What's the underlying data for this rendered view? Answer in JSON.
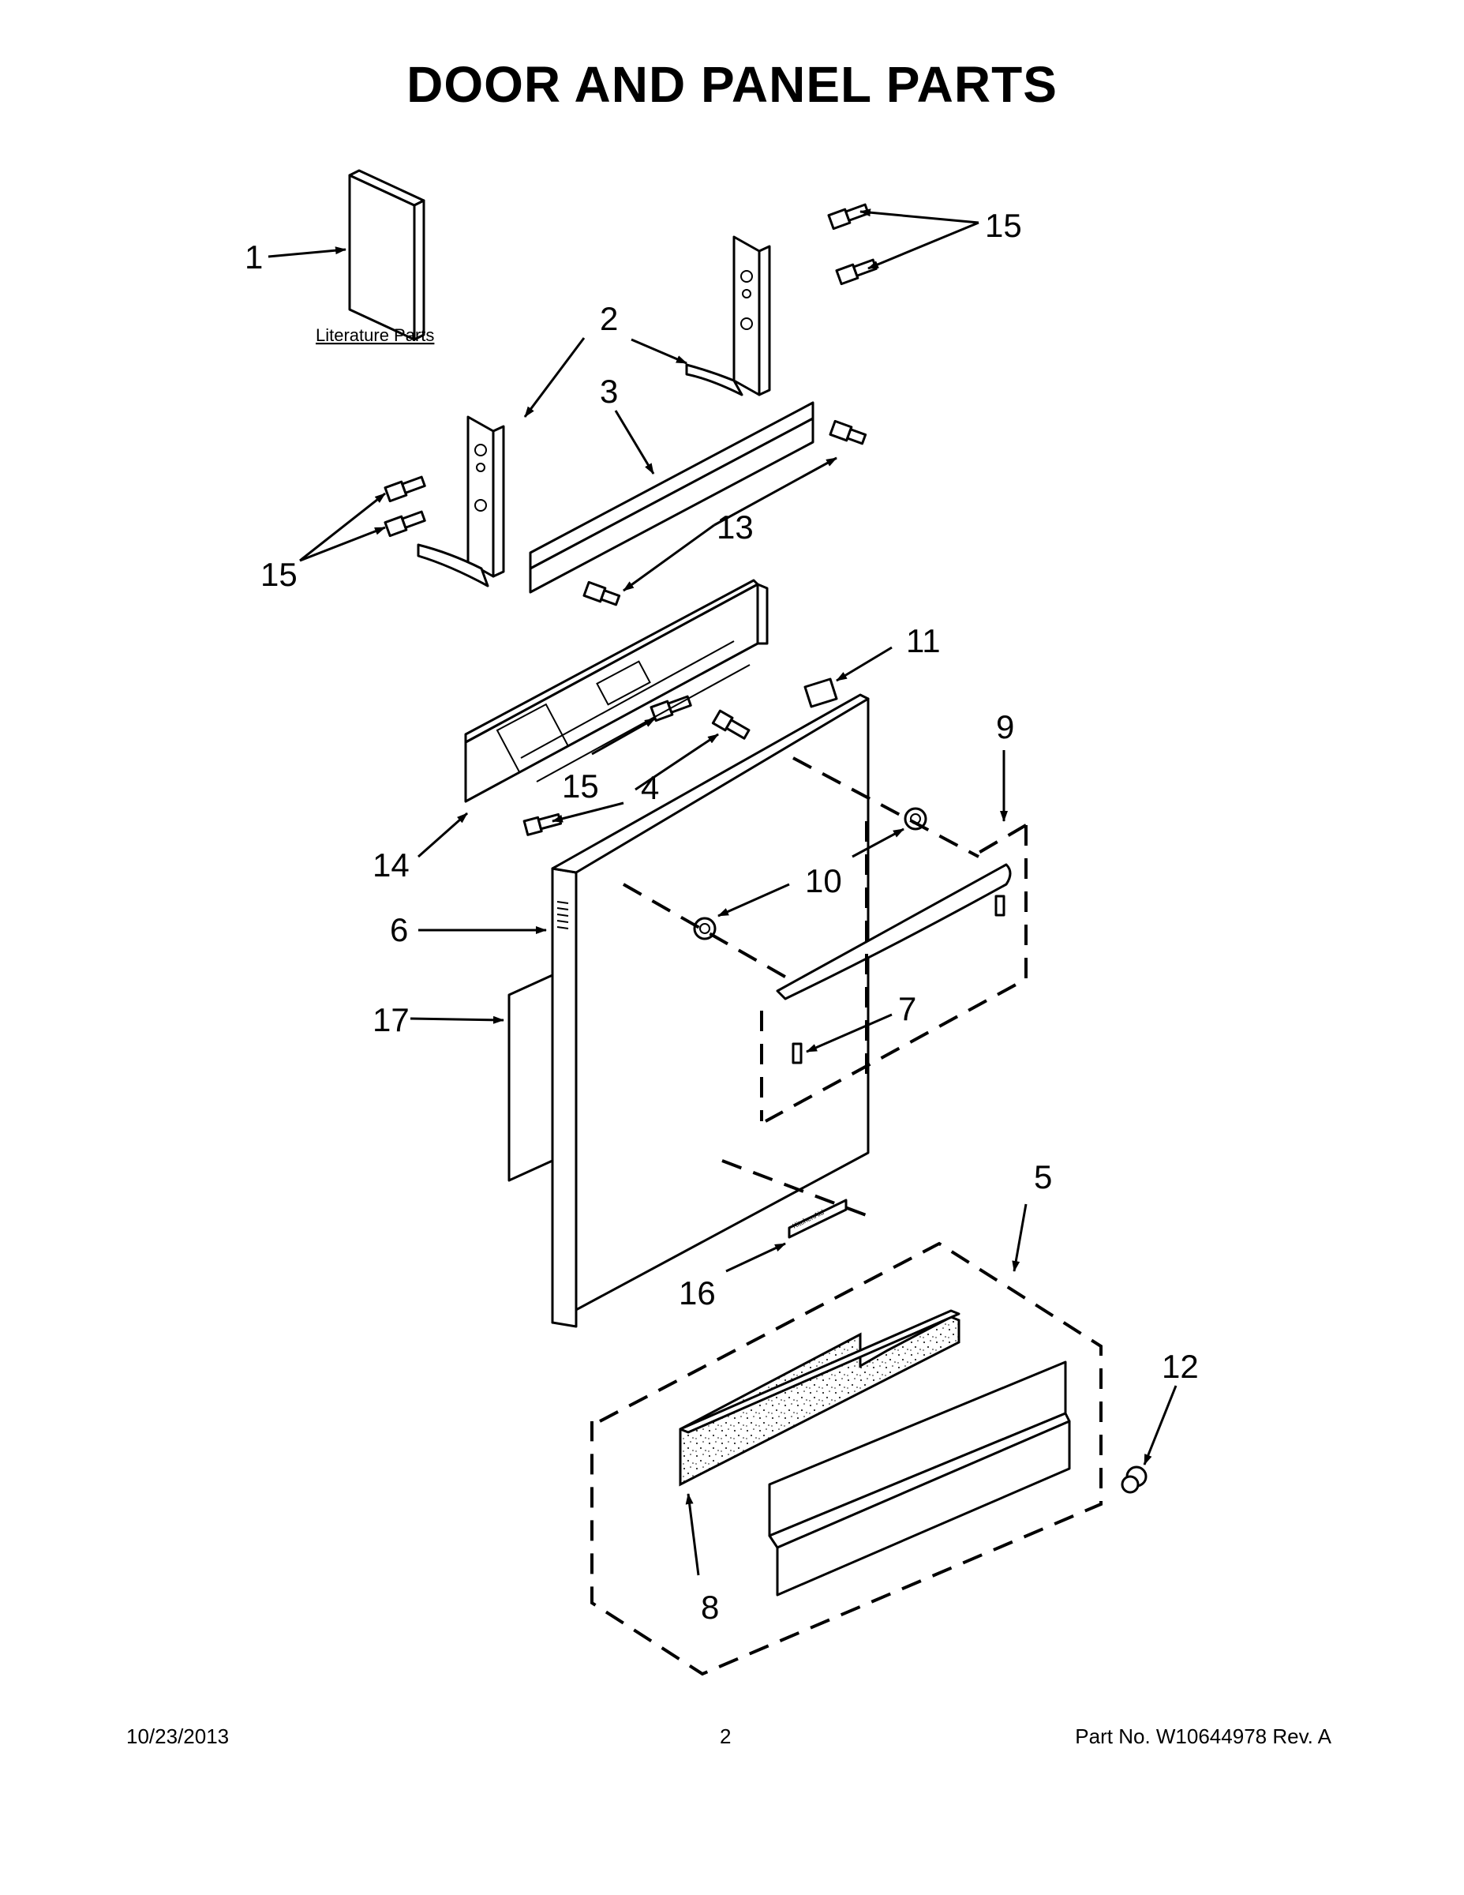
{
  "title": "DOOR AND PANEL PARTS",
  "literature_label": "Literature Parts",
  "brand_mark": "KitchenAid",
  "callouts": {
    "c1": "1",
    "c2": "2",
    "c3": "3",
    "c4": "4",
    "c5": "5",
    "c6": "6",
    "c7": "7",
    "c8": "8",
    "c9": "9",
    "c10": "10",
    "c11": "11",
    "c12": "12",
    "c13": "13",
    "c14": "14",
    "c15": "15",
    "c16": "16",
    "c17": "17"
  },
  "footer": {
    "date": "10/23/2013",
    "page": "2",
    "part": "Part No.  W10644978  Rev.  A"
  }
}
